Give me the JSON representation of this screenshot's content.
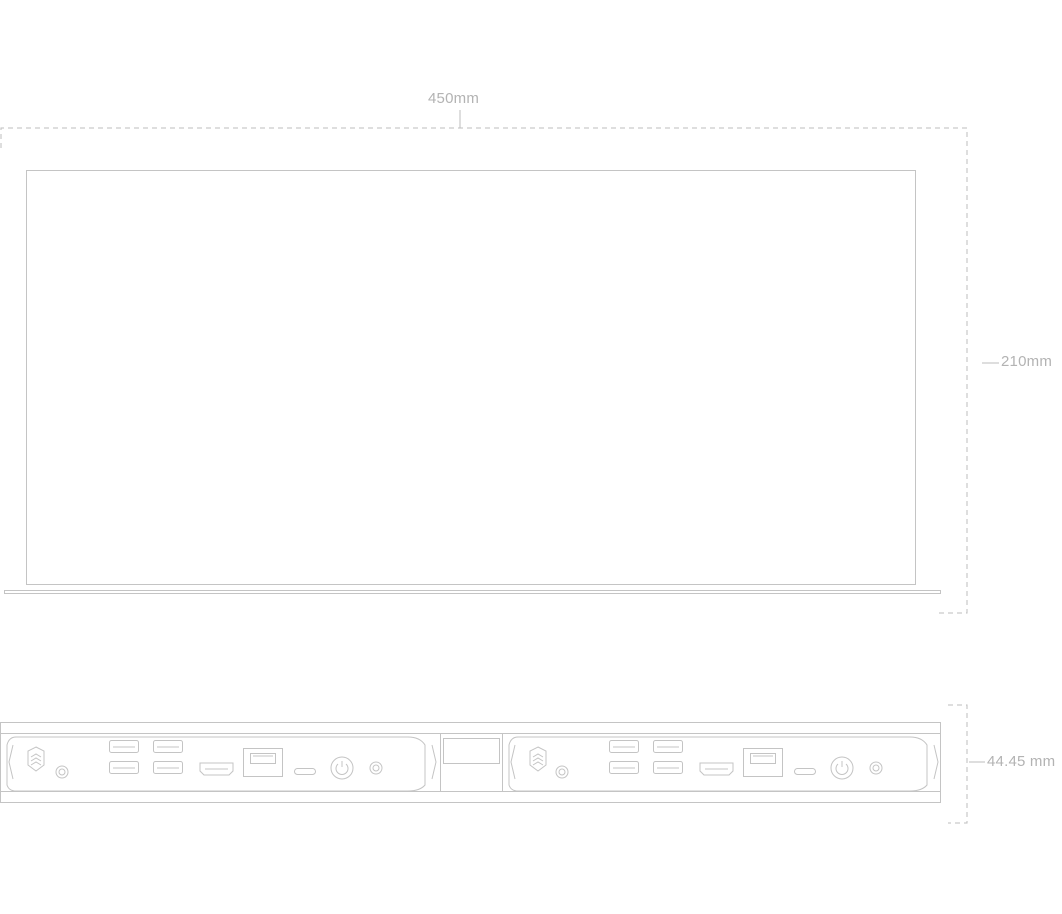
{
  "dimensions": {
    "width_label": "450mm",
    "height_label": "210mm",
    "rack_height_label": "44.45 mm"
  },
  "colors": {
    "line": "#bfbfbf",
    "dash": "#bdbdbd",
    "label": "#b3b3b3",
    "background": "#ffffff"
  },
  "modules": [
    {
      "name": "left-module",
      "ports": [
        "logo-icon",
        "round-port",
        "usb-a-port",
        "usb-a-port",
        "usb-a-port",
        "usb-a-port",
        "hdmi-port",
        "ethernet-port",
        "usb-c-port",
        "power-button",
        "round-port"
      ]
    },
    {
      "name": "right-module",
      "ports": [
        "logo-icon",
        "round-port",
        "usb-a-port",
        "usb-a-port",
        "usb-a-port",
        "usb-a-port",
        "hdmi-port",
        "ethernet-port",
        "usb-c-port",
        "power-button",
        "round-port"
      ]
    }
  ]
}
